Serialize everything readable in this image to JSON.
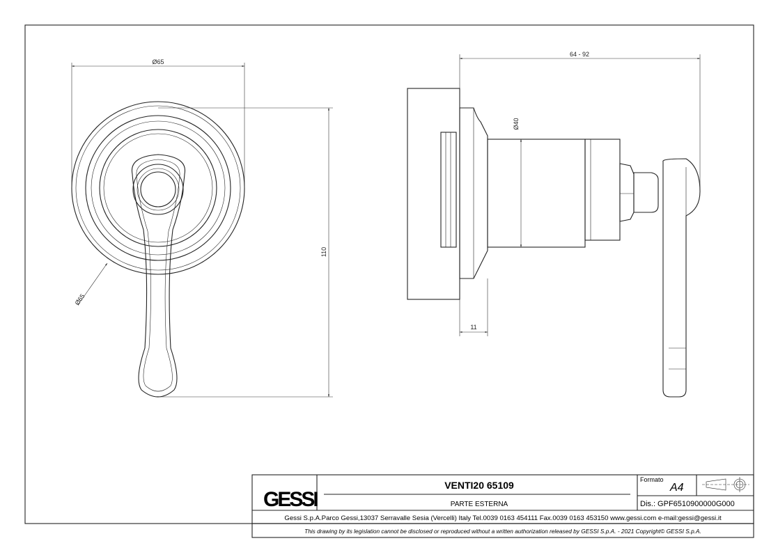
{
  "dimensions": {
    "front_diameter_top": "Ø65",
    "front_height": "110",
    "front_diameter_diag": "Ø65",
    "side_depth": "64 - 92",
    "side_diameter": "Ø40",
    "side_flange": "11"
  },
  "title_block": {
    "logo": "GESSI",
    "title": "VENTI20 65109",
    "subtitle": "PARTE ESTERNA",
    "format_label": "Formato",
    "format_value": "A4",
    "drawing_number": "Dis.: GPF6510900000G000",
    "company_info": "Gessi S.p.A.Parco Gessi,13037 Serravalle Sesia (Vercelli) Italy Tel.0039 0163 454111 Fax.0039 0163 453150 www.gessi.com e-mail:gessi@gessi.it",
    "copyright": "This drawing by its legislation cannot be disclosed or reproduced without a written authorization released by GESSI S.p.A. - 2021 Copyright© GESSI S.p.A."
  }
}
